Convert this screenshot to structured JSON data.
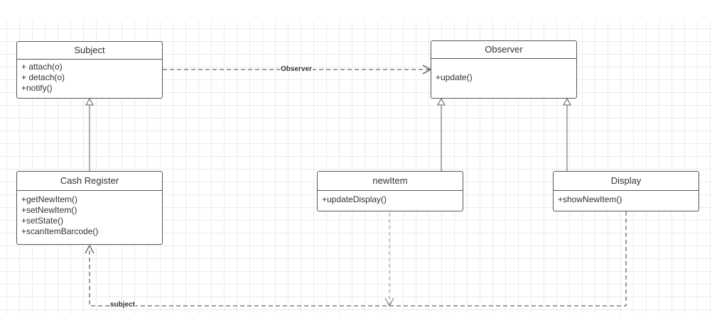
{
  "diagram": {
    "classes": {
      "subject": {
        "name": "Subject",
        "operations": [
          "+ attach(o)",
          "+ detach(o)",
          "+notify()"
        ]
      },
      "observer": {
        "name": "Observer",
        "operations": [
          "+update()"
        ]
      },
      "cash_register": {
        "name": "Cash Register",
        "operations": [
          "+getNewItem()",
          "+setNewItem()",
          "+setState()",
          "+scanItemBarcode()"
        ]
      },
      "new_item": {
        "name": "newItem",
        "operations": [
          "+updateDisplay()"
        ]
      },
      "display": {
        "name": "Display",
        "operations": [
          "+showNewItem()"
        ]
      }
    },
    "relationships": [
      {
        "from": "Subject",
        "to": "Observer",
        "kind": "dependency",
        "label": "Observer"
      },
      {
        "from": "Cash Register",
        "to": "Subject",
        "kind": "generalization"
      },
      {
        "from": "newItem",
        "to": "Observer",
        "kind": "generalization"
      },
      {
        "from": "Display",
        "to": "Observer",
        "kind": "generalization"
      },
      {
        "from": "Display",
        "to": "Cash Register",
        "kind": "dependency",
        "label": "subject"
      },
      {
        "from": "newItem",
        "to": "subject link",
        "kind": "dependency"
      }
    ],
    "labels": {
      "observer_link": "Observer",
      "subject_link": "subject"
    }
  }
}
